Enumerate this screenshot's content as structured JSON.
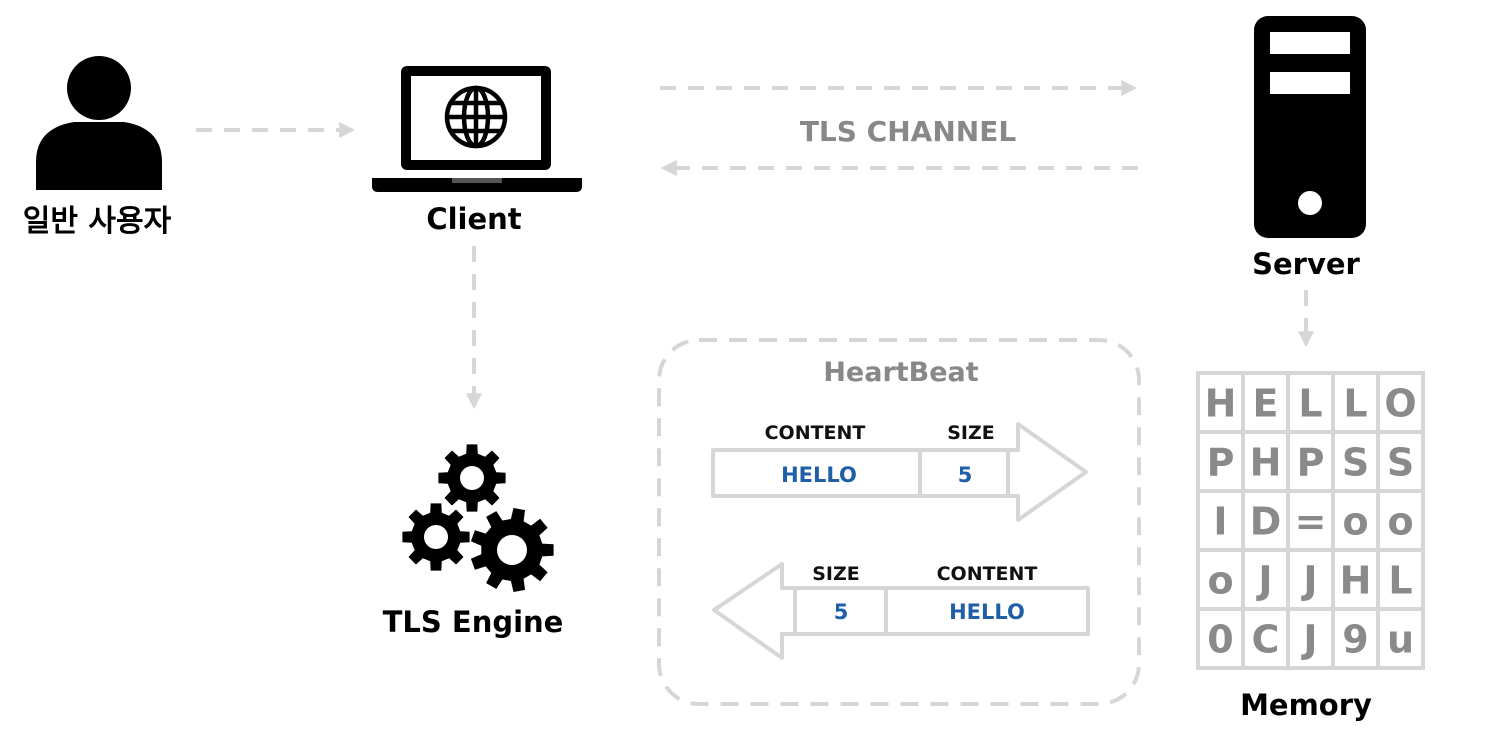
{
  "labels": {
    "user": "일반 사용자",
    "client": "Client",
    "server": "Server",
    "tls_engine": "TLS Engine",
    "tls_channel": "TLS CHANNEL",
    "memory": "Memory"
  },
  "heartbeat": {
    "title": "HeartBeat",
    "request": {
      "content_header": "CONTENT",
      "size_header": "SIZE",
      "content_value": "HELLO",
      "size_value": "5"
    },
    "response": {
      "size_header": "SIZE",
      "content_header": "CONTENT",
      "size_value": "5",
      "content_value": "HELLO"
    }
  },
  "memory_grid": [
    [
      "H",
      "E",
      "L",
      "L",
      "O"
    ],
    [
      "P",
      "H",
      "P",
      "S",
      "S"
    ],
    [
      "I",
      "D",
      "=",
      "o",
      "o"
    ],
    [
      "o",
      "J",
      "J",
      "H",
      "L"
    ],
    [
      "0",
      "C",
      "J",
      "9",
      "u"
    ]
  ],
  "colors": {
    "arrow": "#d6d6d6",
    "label_gray": "#888888",
    "value_blue": "#1f5fa8",
    "icon": "#000000"
  },
  "icons": [
    "user-icon",
    "laptop-icon",
    "globe-icon",
    "server-icon",
    "gears-icon"
  ]
}
